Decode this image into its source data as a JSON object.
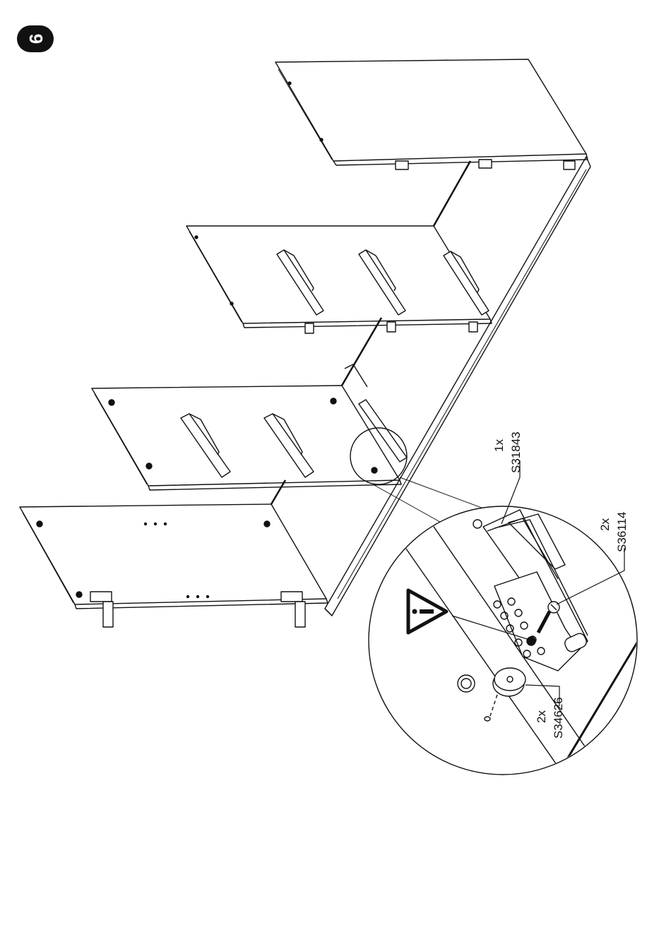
{
  "step": {
    "number": "9"
  },
  "parts": {
    "bracket": {
      "qty": "1x",
      "code": "S31843"
    },
    "screw": {
      "qty": "2x",
      "code": "S36114"
    },
    "cap": {
      "qty": "2x",
      "code": "S34626"
    }
  },
  "icons": [
    "step-number-icon",
    "warning-triangle-icon",
    "magnifier-circle",
    "drawer-slide-icon",
    "screw-icon",
    "cover-cap-icon"
  ],
  "colors": {
    "ink": "#111111",
    "paper": "#ffffff"
  }
}
